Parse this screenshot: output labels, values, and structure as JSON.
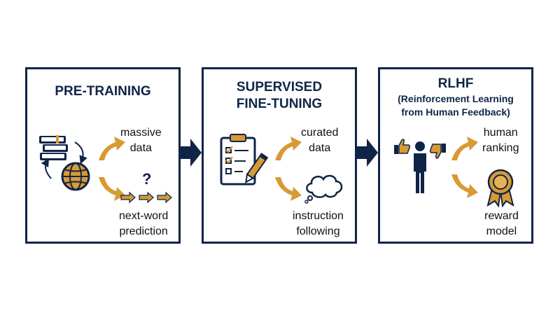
{
  "panels": [
    {
      "title": "PRE-TRAINING",
      "label_1": "massive\ndata",
      "label_2": "next-word\nprediction"
    },
    {
      "title_line1": "SUPERVISED",
      "title_line2": "FINE-TUNING",
      "label_1": "curated\ndata",
      "label_2": "instruction\nfollowing"
    },
    {
      "title_line1": "RLHF",
      "title_line2": "(Reinforcement Learning",
      "title_line3": "from Human Feedback)",
      "label_1": "human\nranking",
      "label_2": "reward\nmodel"
    }
  ],
  "question_mark": "?",
  "colors": {
    "navy": "#0f2547",
    "gold": "#d89a34",
    "gold_light": "#e7b257",
    "blue_mid": "#2d4f7f"
  },
  "icons": [
    "books-icon",
    "globe-icon",
    "cycle-arrows-icon",
    "curved-arrow-icon",
    "token-arrows-icon",
    "clipboard-checklist-icon",
    "pencil-icon",
    "thought-cloud-icon",
    "thumbs-up-icon",
    "person-icon",
    "thumbs-down-icon",
    "award-ribbon-icon",
    "stage-arrow-icon"
  ]
}
